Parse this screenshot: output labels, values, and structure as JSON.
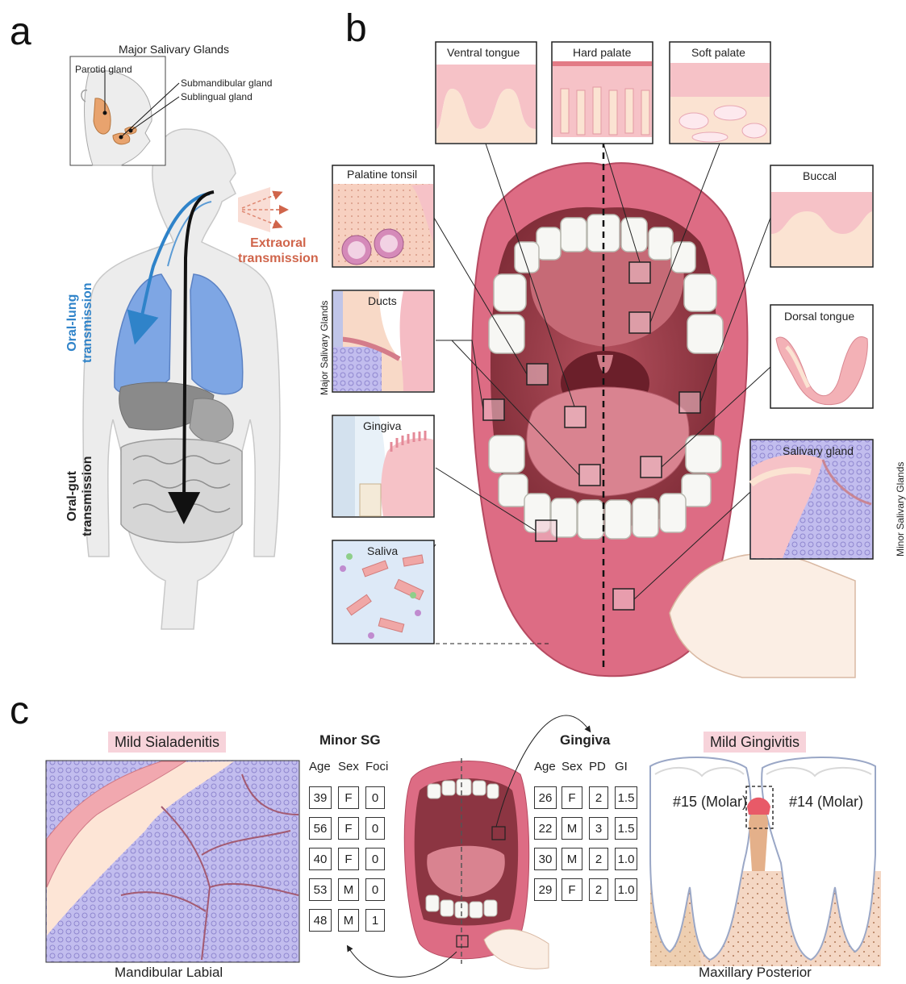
{
  "panel_a": {
    "letter": "a",
    "head_title": "Major Salivary Glands",
    "parotid": "Parotid gland",
    "submandibular": "Submandibular gland",
    "sublingual": "Sublingual gland",
    "extraoral": [
      "Extraoral",
      "transmission"
    ],
    "oral_lung": [
      "Oral-lung",
      "transmission"
    ],
    "oral_gut": [
      "Oral-gut",
      "transmission"
    ]
  },
  "panel_b": {
    "letter": "b",
    "ventral_tongue": "Ventral tongue",
    "hard_palate": "Hard palate",
    "soft_palate": "Soft palate",
    "palatine_tonsil": "Palatine tonsil",
    "buccal": "Buccal",
    "ducts": "Ducts",
    "dorsal_tongue": "Dorsal tongue",
    "gingiva": "Gingiva",
    "salivary_gland": "Salivary gland",
    "saliva": "Saliva",
    "major_side": "Major Salivary Glands",
    "minor_side": "Minor Salivary Glands"
  },
  "panel_c": {
    "letter": "c",
    "left_pill": "Mild Sialadenitis",
    "left_caption": "Mandibular Labial",
    "minor_title": "Minor SG",
    "minor_headers": [
      "Age",
      "Sex",
      "Foci"
    ],
    "minor_rows": [
      [
        "39",
        "F",
        "0"
      ],
      [
        "56",
        "F",
        "0"
      ],
      [
        "40",
        "F",
        "0"
      ],
      [
        "53",
        "M",
        "0"
      ],
      [
        "48",
        "M",
        "1"
      ]
    ],
    "gingiva_title": "Gingiva",
    "gingiva_headers": [
      "Age",
      "Sex",
      "PD",
      "GI"
    ],
    "gingiva_rows": [
      [
        "26",
        "F",
        "2",
        "1.5"
      ],
      [
        "22",
        "M",
        "3",
        "1.5"
      ],
      [
        "30",
        "M",
        "2",
        "1.0"
      ],
      [
        "29",
        "F",
        "2",
        "1.0"
      ]
    ],
    "right_pill": "Mild Gingivitis",
    "tooth_left": "#15 (Molar)",
    "tooth_right": "#14 (Molar)",
    "right_caption": "Maxillary Posterior"
  },
  "colors": {
    "tissue_pink": "#f3b8c2",
    "lip_pink": "#d9607a",
    "gland_purple": "#b9b4e6",
    "lung_blue": "#6f9be0",
    "extraoral_orange": "#d0654b",
    "oral_lung_blue": "#2f83c9"
  }
}
